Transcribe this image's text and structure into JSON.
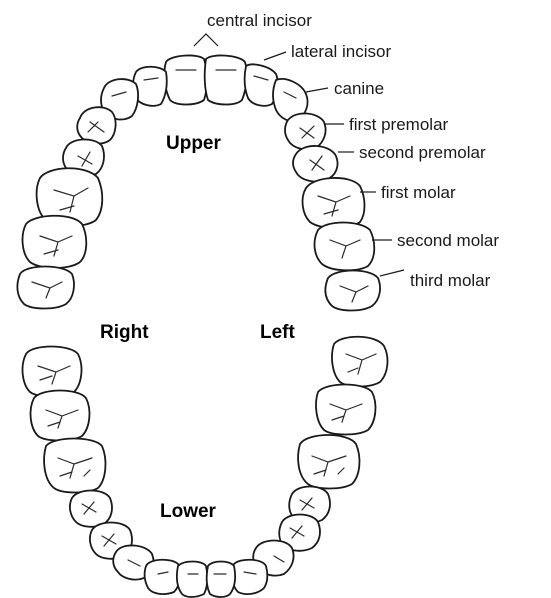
{
  "labels": {
    "central_incisor": "central incisor",
    "lateral_incisor": "lateral incisor",
    "canine": "canine",
    "first_premolar": "first premolar",
    "second_premolar": "second premolar",
    "first_molar": "first molar",
    "second_molar": "second molar",
    "third_molar": "third molar"
  },
  "regions": {
    "upper": "Upper",
    "lower": "Lower",
    "right": "Right",
    "left": "Left"
  }
}
